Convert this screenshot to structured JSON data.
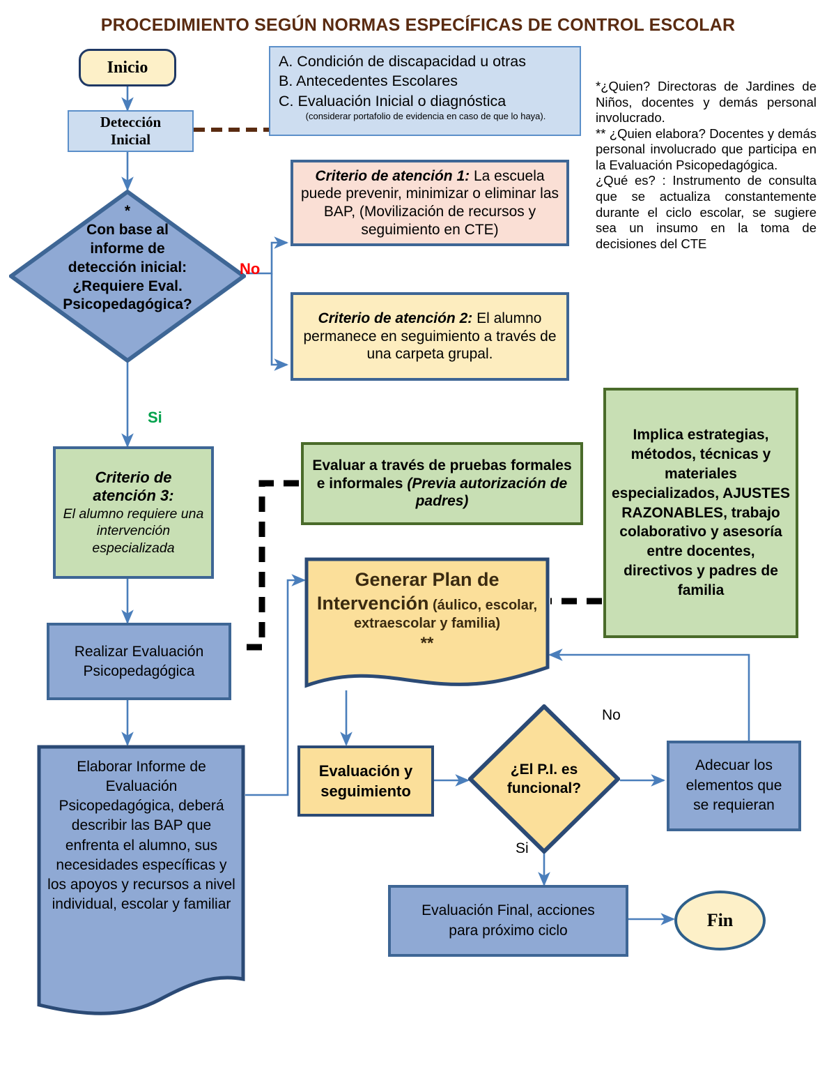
{
  "title": "PROCEDIMIENTO SEGÚN NORMAS ESPECÍFICAS DE CONTROL ESCOLAR",
  "colors": {
    "title": "#5a2b11",
    "border_blue": "#3e6695",
    "fill_blue": "#8fa9d4",
    "fill_lightblue": "#cdddf0",
    "fill_cream": "#fdedbf",
    "fill_yellow": "#fbdf9a",
    "fill_pink": "#fadfd5",
    "fill_green": "#c8dfb4",
    "border_green": "#4a6b2a",
    "arrow_blue": "#4a7ebb",
    "dash_brown": "#5a2b11",
    "dash_black": "#000000",
    "label_no": "#ff0000",
    "label_si": "#00a14b"
  },
  "nodes": {
    "inicio": {
      "label": "Inicio"
    },
    "deteccion_inicial": {
      "line1": "Detección",
      "line2": "Inicial"
    },
    "lista_abc": {
      "a": "A. Condición de discapacidad u otras",
      "b": "B. Antecedentes Escolares",
      "c": "C. Evaluación Inicial o diagnóstica",
      "note": "(considerar portafolio de evidencia en caso de que lo haya)."
    },
    "nota_lateral": {
      "p1": "*¿Quien? Directoras de Jardines de Niños, docentes y demás personal involucrado.",
      "p2": "** ¿Quien elabora? Docentes y demás personal involucrado que participa en la Evaluación Psicopedagógica.",
      "p3": "¿Qué es? : Instrumento de consulta que se actualiza constantemente durante el ciclo escolar, se sugiere sea un insumo en la toma de decisiones del CTE"
    },
    "decision_1": {
      "asterisk": "*",
      "line1": "Con base al",
      "line2": "informe de",
      "line3": "detección inicial:",
      "line4": "¿Requiere Eval.",
      "line5": "Psicopedagógica?"
    },
    "criterio_1": {
      "bold": "Criterio de atención 1:",
      "rest": " La escuela puede prevenir, minimizar o eliminar las BAP, (Movilización de recursos y seguimiento en CTE)"
    },
    "criterio_2": {
      "bold": "Criterio de atención 2:",
      "rest": " El alumno permanece en seguimiento a través de una carpeta grupal."
    },
    "criterio_3": {
      "bold1": "Criterio de",
      "bold2": "atención 3:",
      "rest": "El alumno requiere una intervención especializada"
    },
    "evaluar_pruebas": {
      "bold": "Evaluar a través de pruebas formales e informales ",
      "italic": "(Previa autorización de padres)"
    },
    "implica": "Implica estrategias, métodos, técnicas y materiales especializados, AJUSTES RAZONABLES, trabajo colaborativo y asesoría entre docentes, directivos y padres de familia",
    "realizar_eval": {
      "line1": "Realizar Evaluación",
      "line2": "Psicopedagógica"
    },
    "generar_plan": {
      "big": "Generar Plan de Intervención",
      "small": " (áulico, escolar, extraescolar y familia)",
      "stars": "**"
    },
    "elaborar_informe": "Elaborar Informe de Evaluación Psicopedagógica, deberá describir las BAP que enfrenta el alumno,  sus necesidades específicas y los apoyos y recursos a nivel individual, escolar y familiar",
    "evaluacion_seguimiento": {
      "line1": "Evaluación y",
      "line2": "seguimiento"
    },
    "decision_2": {
      "line1": "¿El P.I. es",
      "line2": "funcional?"
    },
    "adecuar": {
      "line1": "Adecuar los",
      "line2": "elementos que",
      "line3": "se requieran"
    },
    "evaluacion_final": {
      "line1": "Evaluación Final, acciones",
      "line2": "para próximo ciclo"
    },
    "fin": {
      "label": "Fin"
    }
  },
  "edge_labels": {
    "no_red": "No",
    "si_green": "Si",
    "no_plain": "No",
    "si_plain": "Si"
  }
}
